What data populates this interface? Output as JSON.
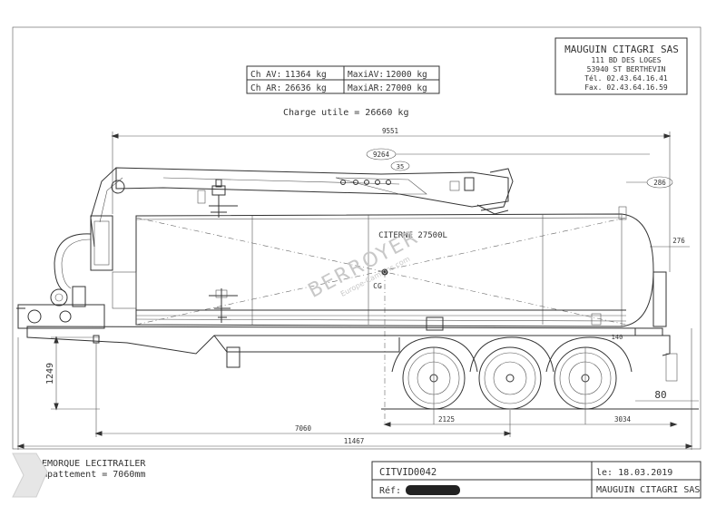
{
  "company": {
    "name": "MAUGUIN CITAGRI SAS",
    "address": "111 BD DES LOGES",
    "city": "53940 ST BERTHEVIN",
    "tel": "Tél. 02.43.64.16.41",
    "fax": "Fax. 02.43.64.16.59"
  },
  "loads": {
    "ch_av_label": "Ch AV:",
    "ch_av_value": "11364 kg",
    "maxi_av_label": "MaxiAV:",
    "maxi_av_value": "12000 kg",
    "ch_ar_label": "Ch AR:",
    "ch_ar_value": "26636 kg",
    "maxi_ar_label": "MaxiAR:",
    "maxi_ar_value": "27000 kg",
    "charge_utile": "Charge utile =   26660 kg"
  },
  "dimensions": {
    "overall_top": "9551",
    "d9264": "9264",
    "d35": "35",
    "d286": "286",
    "d276": "276",
    "d140": "140",
    "height": "1249",
    "d80": "80",
    "d2125": "2125",
    "d3034": "3034",
    "wheelbase": "7060",
    "overall_length": "11467"
  },
  "tank": {
    "label": "CITERNE 27500L",
    "cg": "CG"
  },
  "watermark": {
    "brand": "BERROYER",
    "site": "Europe-Camions.com"
  },
  "footer": {
    "model": "REMORQUE LECITRAILER",
    "empattement": "Empattement = 7060mm",
    "ref_code": "CITVID0042",
    "ref_label": "Réf:",
    "date": "le: 18.03.2019",
    "company": "MAUGUIN CITAGRI SAS"
  },
  "colors": {
    "line": "#333333",
    "text": "#333333",
    "watermark": "#c8c8c8",
    "redaction": "#222222"
  }
}
